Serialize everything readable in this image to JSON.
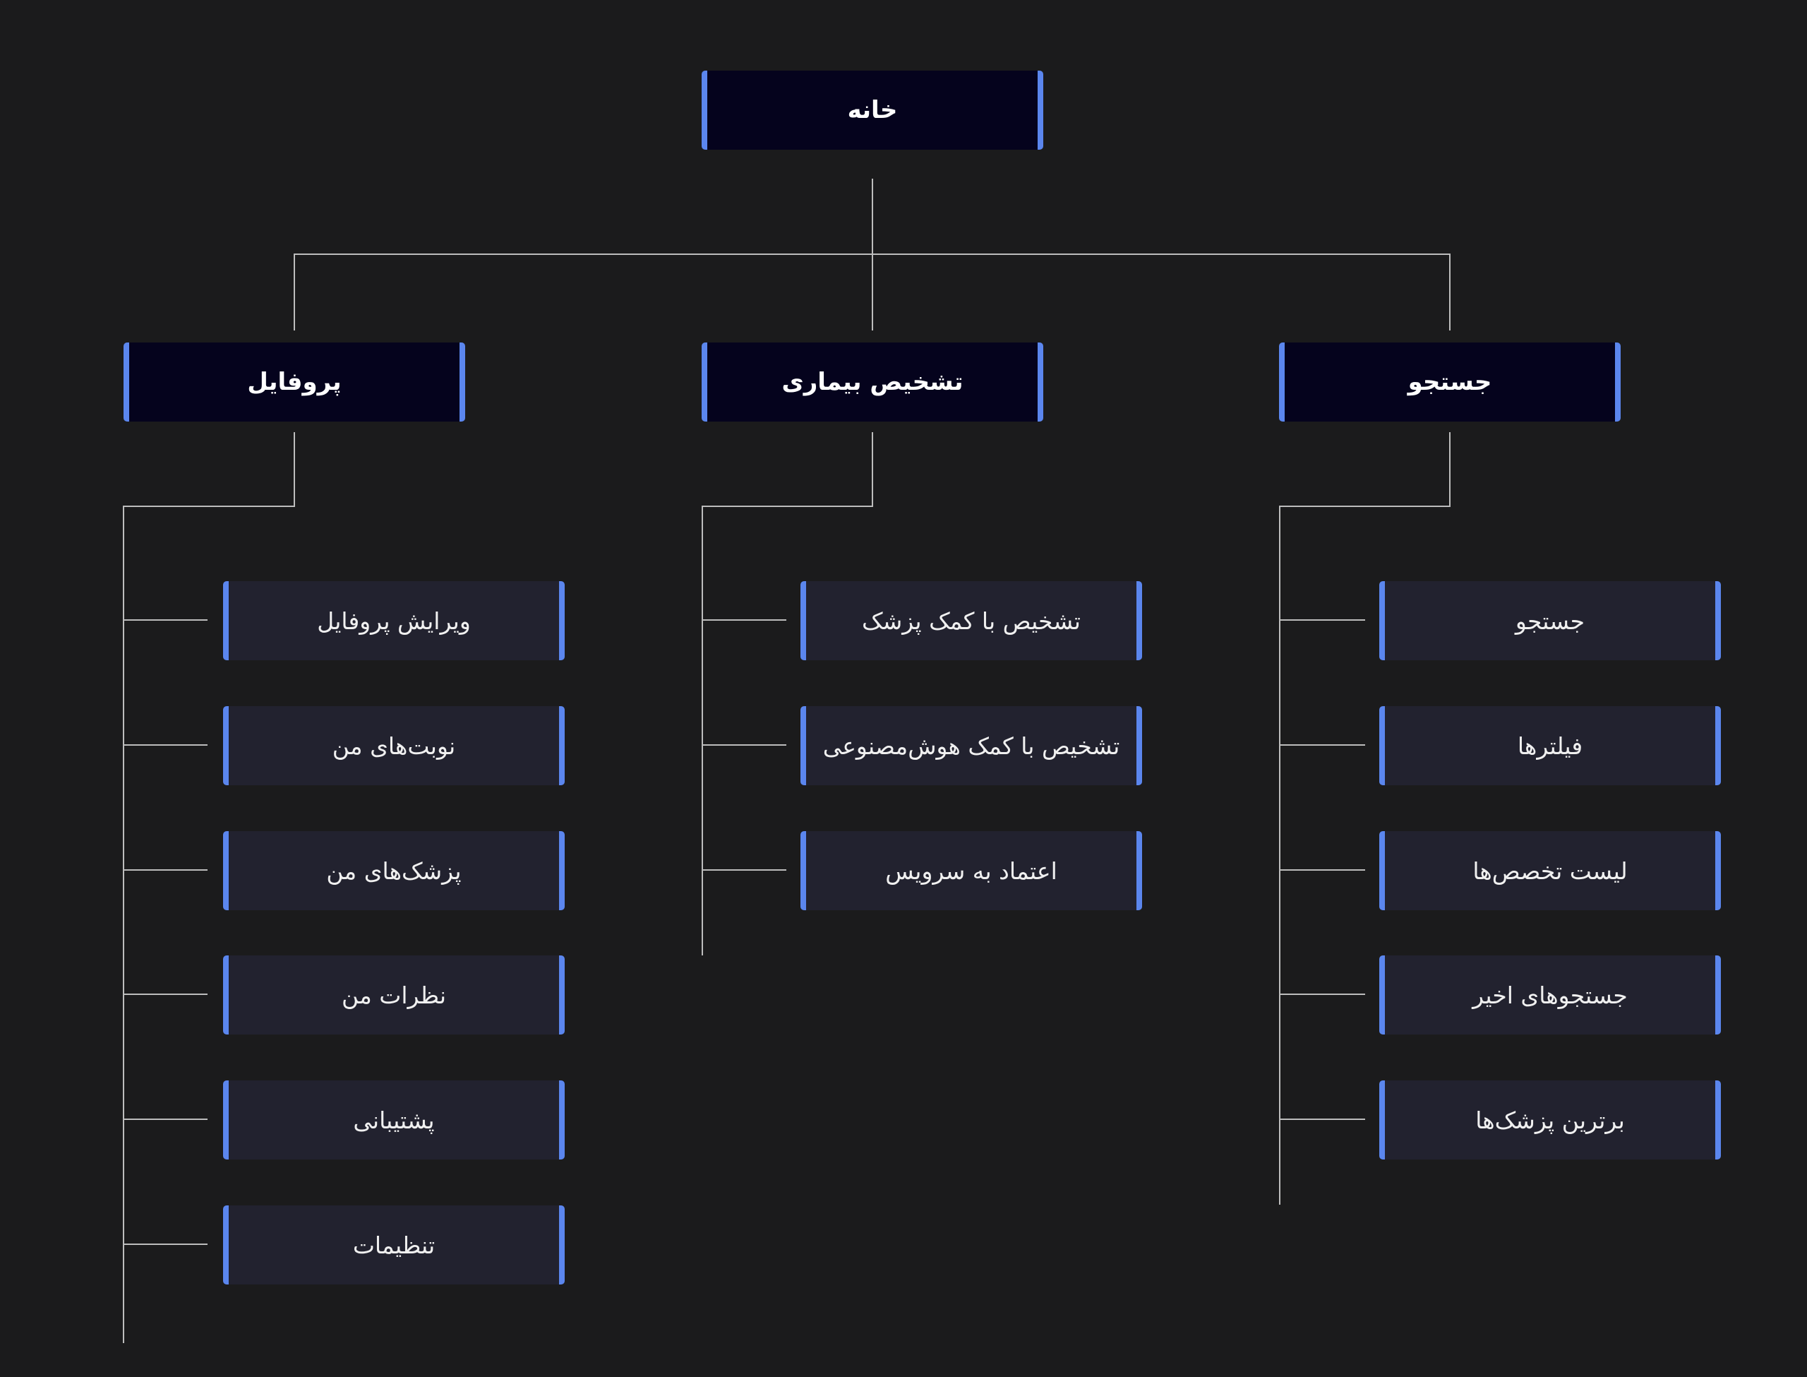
{
  "root": {
    "label": "خانه"
  },
  "categories": [
    {
      "label": "پروفایل",
      "items": [
        "ویرایش پروفایل",
        "نوبت‌های من",
        "پزشک‌های من",
        "نظرات من",
        "پشتیبانی",
        "تنظیمات"
      ]
    },
    {
      "label": "تشخیص بیماری",
      "items": [
        "تشخیص با کمک پزشک",
        "تشخیص با کمک هوش‌مصنوعی",
        "اعتماد به سرویس"
      ]
    },
    {
      "label": "جستجو",
      "items": [
        "جستجو",
        "فیلترها",
        "لیست تخصص‌ها",
        "جستجوهای اخیر",
        "برترین پزشک‌ها"
      ]
    }
  ]
}
